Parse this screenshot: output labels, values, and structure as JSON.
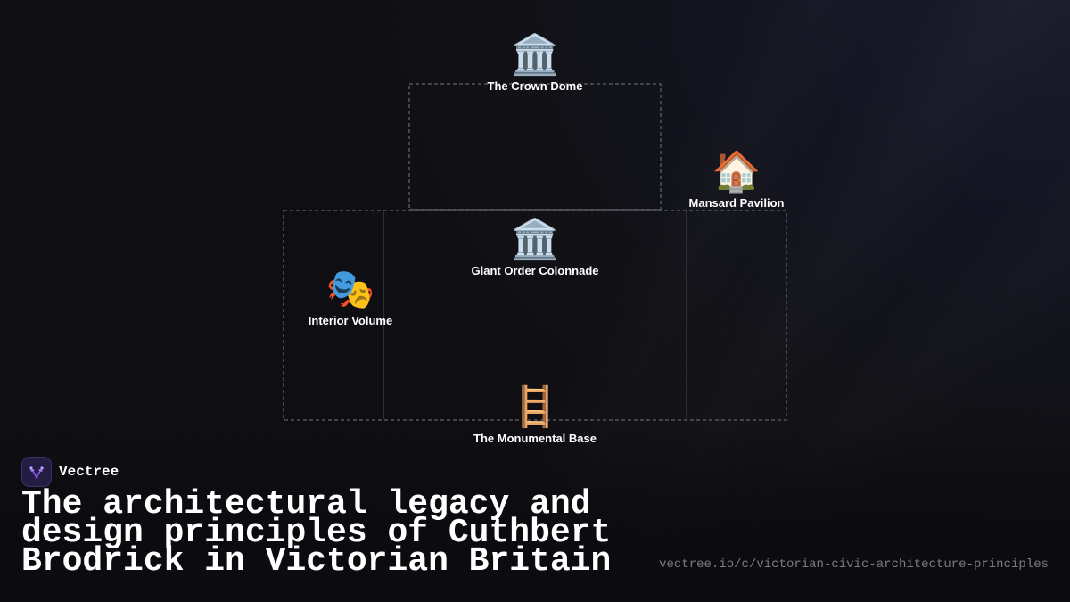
{
  "diagram": {
    "nodes": [
      {
        "id": "crown-dome",
        "label": "The Crown Dome",
        "emoji": "🏛️",
        "icon": "classical-building-icon"
      },
      {
        "id": "mansard-pavilion",
        "label": "Mansard Pavilion",
        "emoji": "🏠",
        "icon": "house-icon"
      },
      {
        "id": "giant-order-colonnade",
        "label": "Giant Order Colonnade",
        "emoji": "🏛️",
        "icon": "classical-building-icon"
      },
      {
        "id": "interior-volume",
        "label": "Interior Volume",
        "emoji": "🎭",
        "icon": "theater-masks-icon"
      },
      {
        "id": "monumental-base",
        "label": "The Monumental Base",
        "emoji": "🪜",
        "icon": "ladder-icon"
      }
    ]
  },
  "brand": {
    "name": "Vectree",
    "logo_icon": "vectree-logo-icon",
    "accent_color": "#8b5cf6"
  },
  "headline": "The architectural legacy and design principles of Cuthbert Brodrick in Victorian Britain",
  "source_url": "vectree.io/c/victorian-civic-architecture-principles",
  "colors": {
    "background": "#111116",
    "text": "#ffffff",
    "muted_text": "#7a7a82",
    "outline": "#55555c"
  }
}
